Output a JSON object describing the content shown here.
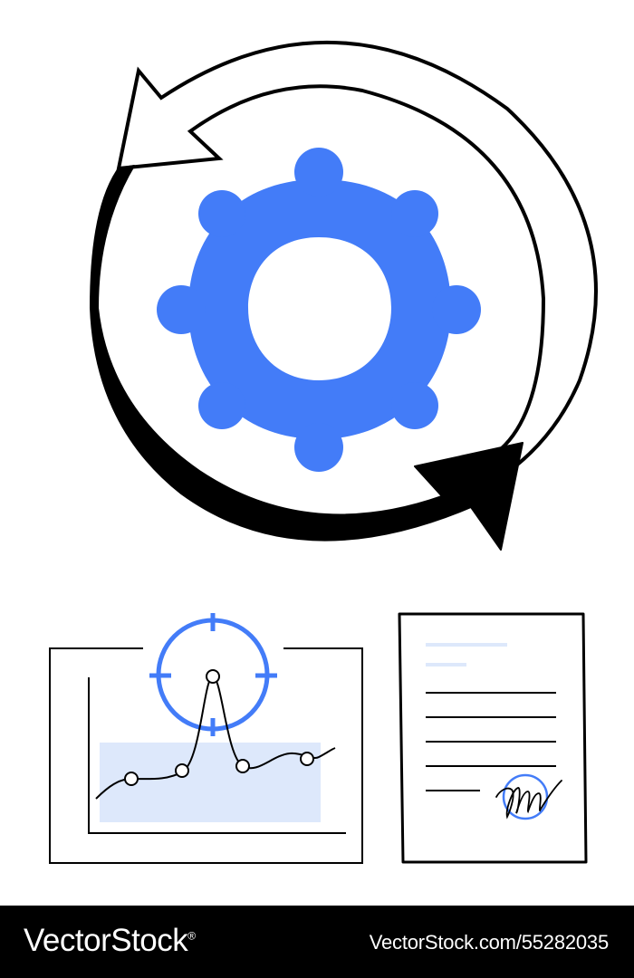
{
  "illustration": {
    "subject": "gear with circular refresh arrows, target on chart, signed document",
    "colors": {
      "accent": "#437cf8",
      "accent_light": "#dde8fb",
      "line": "#000000",
      "background": "#ffffff"
    },
    "icons": [
      "gear-icon",
      "refresh-arrows-icon",
      "target-icon",
      "line-chart-icon",
      "document-icon",
      "signature-icon"
    ]
  },
  "footer": {
    "brand": "VectorStock",
    "trademark": "®",
    "stock_id": "VectorStock.com/55282035"
  }
}
